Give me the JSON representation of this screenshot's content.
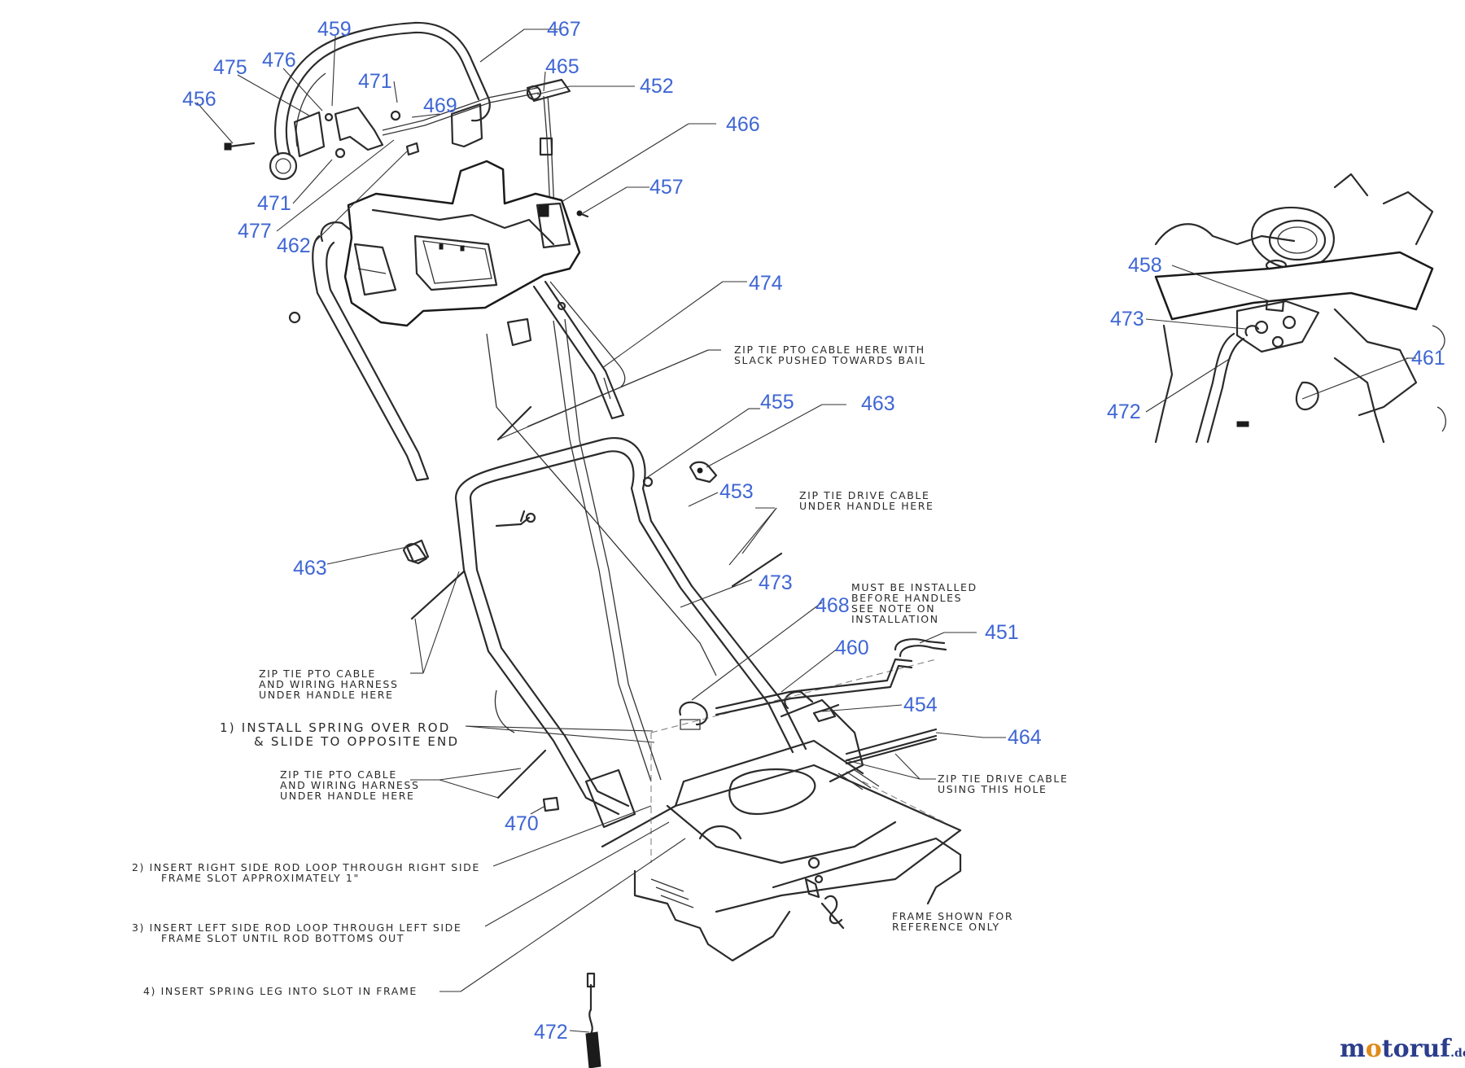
{
  "part_numbers": [
    {
      "id": "n459a",
      "label": "459"
    },
    {
      "id": "n467",
      "label": "467"
    },
    {
      "id": "n476",
      "label": "476"
    },
    {
      "id": "n475",
      "label": "475"
    },
    {
      "id": "n465",
      "label": "465"
    },
    {
      "id": "n471a",
      "label": "471"
    },
    {
      "id": "n452",
      "label": "452"
    },
    {
      "id": "n456",
      "label": "456"
    },
    {
      "id": "n469",
      "label": "469"
    },
    {
      "id": "n466",
      "label": "466"
    },
    {
      "id": "n471b",
      "label": "471"
    },
    {
      "id": "n457",
      "label": "457"
    },
    {
      "id": "n477",
      "label": "477"
    },
    {
      "id": "n462",
      "label": "462"
    },
    {
      "id": "n474",
      "label": "474"
    },
    {
      "id": "n455",
      "label": "455"
    },
    {
      "id": "n463a",
      "label": "463"
    },
    {
      "id": "n453",
      "label": "453"
    },
    {
      "id": "n463b",
      "label": "463"
    },
    {
      "id": "n473a",
      "label": "473"
    },
    {
      "id": "n468",
      "label": "468"
    },
    {
      "id": "n451",
      "label": "451"
    },
    {
      "id": "n460",
      "label": "460"
    },
    {
      "id": "n454",
      "label": "454"
    },
    {
      "id": "n464",
      "label": "464"
    },
    {
      "id": "n470",
      "label": "470"
    },
    {
      "id": "n472a",
      "label": "472"
    },
    {
      "id": "n458",
      "label": "458"
    },
    {
      "id": "n473b",
      "label": "473"
    },
    {
      "id": "n461",
      "label": "461"
    },
    {
      "id": "n472b",
      "label": "472"
    }
  ],
  "notes": {
    "zip_pto_bail": [
      "ZIP TIE PTO CABLE HERE WITH",
      "SLACK PUSHED TOWARDS BAIL"
    ],
    "zip_drive_under": [
      "ZIP TIE DRIVE CABLE",
      "UNDER HANDLE HERE"
    ],
    "must_install": [
      "MUST BE INSTALLED",
      "BEFORE HANDLES",
      "SEE NOTE ON",
      "INSTALLATION"
    ],
    "zip_pto_harness_1": [
      "ZIP TIE PTO CABLE",
      "AND WIRING HARNESS",
      "UNDER HANDLE HERE"
    ],
    "step1": [
      "1) INSTALL SPRING OVER ROD",
      "& SLIDE TO OPPOSITE END"
    ],
    "zip_pto_harness_2": [
      "ZIP TIE PTO CABLE",
      "AND WIRING HARNESS",
      "UNDER HANDLE HERE"
    ],
    "zip_drive_hole": [
      "ZIP TIE DRIVE CABLE",
      "USING THIS HOLE"
    ],
    "step2": [
      "2) INSERT RIGHT SIDE ROD LOOP THROUGH RIGHT SIDE",
      "FRAME SLOT APPROXIMATELY 1\""
    ],
    "step3": [
      "3) INSERT LEFT SIDE ROD LOOP THROUGH LEFT SIDE",
      "FRAME SLOT UNTIL ROD BOTTOMS OUT"
    ],
    "frame_ref": [
      "FRAME SHOWN FOR",
      "REFERENCE ONLY"
    ],
    "step4": [
      "4) INSERT SPRING LEG INTO SLOT IN FRAME"
    ]
  },
  "watermark": {
    "pre": "m",
    "o": "o",
    "post": "toruf",
    "tld": ".de"
  },
  "colors": {
    "label_blue": "#3f66d4",
    "line": "#2b2b2b",
    "brand_blue": "#2b3d8c",
    "brand_orange": "#e08a1a"
  }
}
